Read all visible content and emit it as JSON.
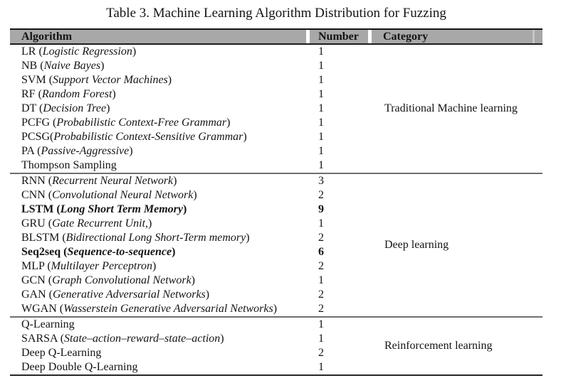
{
  "title": "Table 3. Machine Learning Algorithm Distribution for Fuzzing",
  "colors": {
    "header_bg": "#a8a8a8",
    "table_border": "#141414",
    "group_divider": "#6f6f6f",
    "text": "#141414"
  },
  "table": {
    "columns": [
      "Algorithm",
      "Number",
      "Category"
    ],
    "groups": [
      {
        "category": "Traditional Machine learning",
        "rows": [
          {
            "abbr": "LR",
            "open": " (",
            "full": "Logistic Regression",
            "close": ")",
            "number": "1",
            "emphasis": "normal"
          },
          {
            "abbr": "NB",
            "open": " (",
            "full": "Naive Bayes",
            "close": ")",
            "number": "1",
            "emphasis": "normal"
          },
          {
            "abbr": "SVM",
            "open": " (",
            "full": "Support Vector Machines",
            "close": ")",
            "number": "1",
            "emphasis": "normal"
          },
          {
            "abbr": "RF",
            "open": " (",
            "full": "Random Forest",
            "close": ")",
            "number": "1",
            "emphasis": "normal"
          },
          {
            "abbr": "DT",
            "open": " (",
            "full": "Decision Tree",
            "close": ")",
            "number": "1",
            "emphasis": "normal"
          },
          {
            "abbr": "PCFG",
            "open": " (",
            "full": "Probabilistic Context-Free Grammar",
            "close": ")",
            "number": "1",
            "emphasis": "normal"
          },
          {
            "abbr": "PCSG",
            "open": "(",
            "full": "Probabilistic Context-Sensitive Grammar",
            "close": ")",
            "number": "1",
            "emphasis": "normal"
          },
          {
            "abbr": "PA",
            "open": " (",
            "full": "Passive-Aggressive",
            "close": ")",
            "number": "1",
            "emphasis": "normal"
          },
          {
            "abbr": "Thompson Sampling",
            "open": "",
            "full": "",
            "close": "",
            "number": "1",
            "emphasis": "normal"
          }
        ]
      },
      {
        "category": "Deep learning",
        "rows": [
          {
            "abbr": "RNN",
            "open": " (",
            "full": "Recurrent Neural Network",
            "close": ")",
            "number": "3",
            "emphasis": "normal"
          },
          {
            "abbr": "CNN",
            "open": " (",
            "full": "Convolutional Neural Network",
            "close": ")",
            "number": "2",
            "emphasis": "normal"
          },
          {
            "abbr": "LSTM",
            "open": " (",
            "full": "Long Short Term Memory",
            "close": ")",
            "number": "9",
            "emphasis": "bold"
          },
          {
            "abbr": "GRU",
            "open": " (",
            "full": "Gate Recurrent Unit,",
            "close": ")",
            "number": "1",
            "emphasis": "normal"
          },
          {
            "abbr": "BLSTM",
            "open": " (",
            "full": "Bidirectional Long Short-Term memory",
            "close": ")",
            "number": "2",
            "emphasis": "normal"
          },
          {
            "abbr": "Seq2seq",
            "open": " (",
            "full": "Sequence-to-sequence",
            "close": ")",
            "number": "6",
            "emphasis": "bold"
          },
          {
            "abbr": "MLP",
            "open": " (",
            "full": "Multilayer Perceptron",
            "close": ")",
            "number": "2",
            "emphasis": "normal"
          },
          {
            "abbr": "GCN",
            "open": " (",
            "full": "Graph Convolutional Network",
            "close": ")",
            "number": "1",
            "emphasis": "normal"
          },
          {
            "abbr": "GAN",
            "open": " (",
            "full": "Generative Adversarial Networks",
            "close": ")",
            "number": "2",
            "emphasis": "normal"
          },
          {
            "abbr": "WGAN",
            "open": " (",
            "full": "Wasserstein Generative Adversarial Networks",
            "close": ")",
            "number": "2",
            "emphasis": "normal"
          }
        ]
      },
      {
        "category": "Reinforcement learning",
        "rows": [
          {
            "abbr": "Q-Learning",
            "open": "",
            "full": "",
            "close": "",
            "number": "1",
            "emphasis": "normal"
          },
          {
            "abbr": "SARSA",
            "open": " (",
            "full": "State–action–reward–state–action",
            "close": ")",
            "number": "1",
            "emphasis": "normal"
          },
          {
            "abbr": "Deep Q-Learning",
            "open": "",
            "full": "",
            "close": "",
            "number": "2",
            "emphasis": "normal"
          },
          {
            "abbr": "Deep Double Q-Learning",
            "open": "",
            "full": "",
            "close": "",
            "number": "1",
            "emphasis": "normal"
          }
        ]
      }
    ]
  }
}
